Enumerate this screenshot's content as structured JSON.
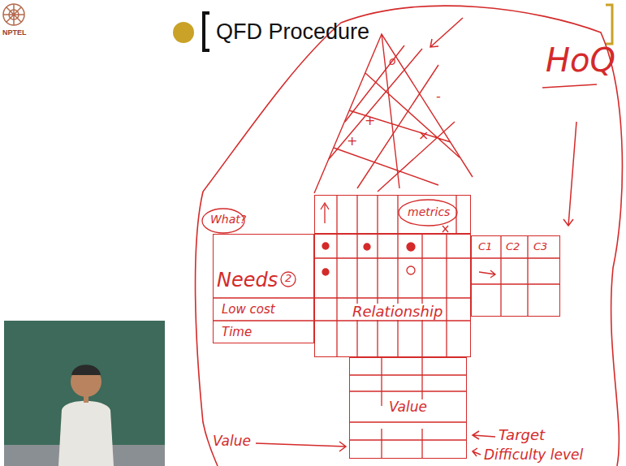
{
  "diagram": {
    "title": "QFD Procedure",
    "nodes": [
      {
        "text": [
          "What?",
          "Needs",
          "2",
          "Low cost",
          "Time"
        ]
      },
      {
        "text": [
          "metrics"
        ]
      },
      {
        "text": [
          "Relationship"
        ]
      },
      {
        "text": [
          "Value"
        ]
      },
      {
        "text": [
          "C1",
          "C2",
          "C3"
        ]
      },
      {
        "text": [
          "o",
          "+",
          "+",
          "×",
          "-"
        ]
      }
    ],
    "labels": [
      "NPTEL",
      "HoQ",
      "Value",
      "Target",
      "Difficulty level"
    ]
  }
}
